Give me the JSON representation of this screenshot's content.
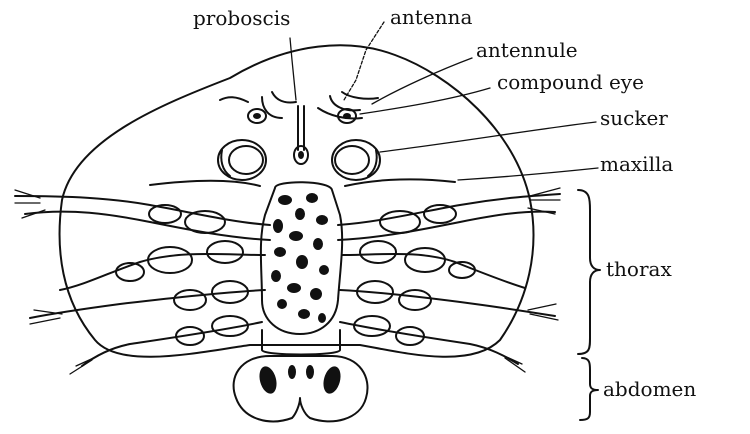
{
  "labels": {
    "proboscis": "proboscis",
    "antenna": "antenna",
    "antennule": "antennule",
    "compound_eye": "compound eye",
    "sucker": "sucker",
    "maxilla": "maxilla",
    "thorax": "thorax",
    "abdomen": "abdomen"
  }
}
